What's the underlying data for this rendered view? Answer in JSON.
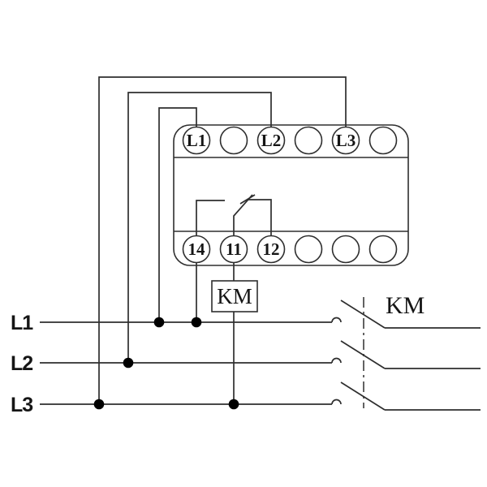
{
  "relay": {
    "top_terminals": [
      "L1",
      "",
      "L2",
      "",
      "L3",
      ""
    ],
    "bottom_terminals": [
      "14",
      "11",
      "12",
      "",
      "",
      ""
    ]
  },
  "coil_box": {
    "label": "KM"
  },
  "contactor": {
    "label": "KM"
  },
  "phase_lines": [
    {
      "label": "L1"
    },
    {
      "label": "L2"
    },
    {
      "label": "L3"
    }
  ],
  "colors": {
    "line": "#2e2e2e",
    "junction_dot": "#000000",
    "background": "#ffffff"
  }
}
